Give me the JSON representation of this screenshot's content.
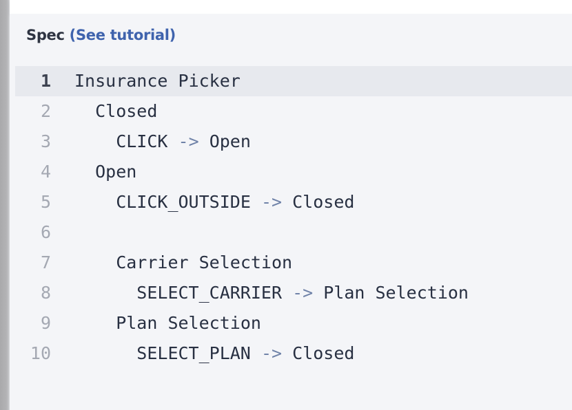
{
  "header": {
    "title": "Spec",
    "link_label": "(See tutorial)"
  },
  "editor": {
    "current_line": 1,
    "lines": [
      {
        "number": "1",
        "indent": 0,
        "text": "Insurance Picker"
      },
      {
        "number": "2",
        "indent": 1,
        "text": "Closed"
      },
      {
        "number": "3",
        "indent": 2,
        "event": "CLICK",
        "arrow": "->",
        "target": "Open"
      },
      {
        "number": "4",
        "indent": 1,
        "text": "Open"
      },
      {
        "number": "5",
        "indent": 2,
        "event": "CLICK_OUTSIDE",
        "arrow": "->",
        "target": "Closed"
      },
      {
        "number": "6",
        "indent": 0,
        "text": ""
      },
      {
        "number": "7",
        "indent": 2,
        "text": "Carrier Selection"
      },
      {
        "number": "8",
        "indent": 3,
        "event": "SELECT_CARRIER",
        "arrow": "->",
        "target": "Plan Selection"
      },
      {
        "number": "9",
        "indent": 2,
        "text": "Plan Selection"
      },
      {
        "number": "10",
        "indent": 3,
        "event": "SELECT_PLAN",
        "arrow": "->",
        "target": "Closed"
      }
    ]
  },
  "colors": {
    "link": "#3f63ad",
    "code_text": "#283042",
    "arrow": "#6f82a8",
    "line_number": "#a4a8b2",
    "current_line_bg": "#e7e9ee",
    "panel_bg": "#f4f5f8"
  }
}
